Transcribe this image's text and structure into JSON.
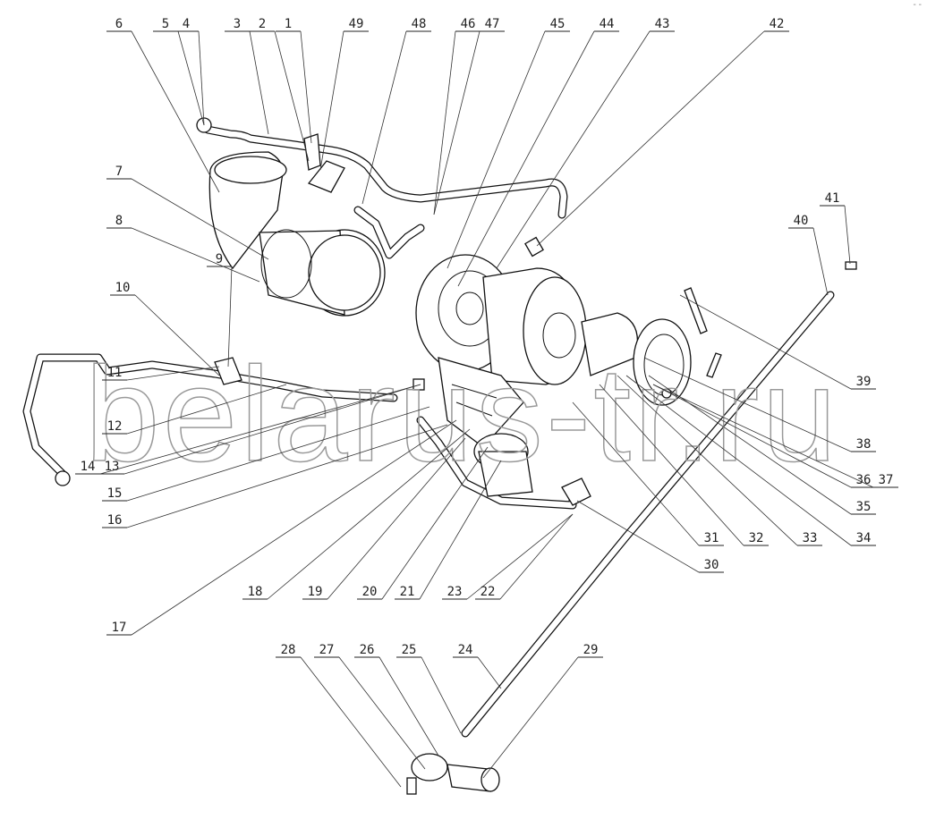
{
  "diagram": {
    "watermark": "belarus-tr.ru",
    "corner_mark": "- -",
    "callouts": [
      "6",
      "5",
      "4",
      "3",
      "2",
      "1",
      "49",
      "48",
      "46",
      "47",
      "45",
      "44",
      "43",
      "42",
      "41",
      "40",
      "7",
      "8",
      "9",
      "10",
      "11",
      "12",
      "14",
      "13",
      "15",
      "16",
      "17",
      "18",
      "19",
      "20",
      "21",
      "23",
      "22",
      "30",
      "31",
      "32",
      "33",
      "34",
      "35",
      "36",
      "37",
      "38",
      "39",
      "28",
      "27",
      "26",
      "25",
      "24",
      "29"
    ]
  }
}
